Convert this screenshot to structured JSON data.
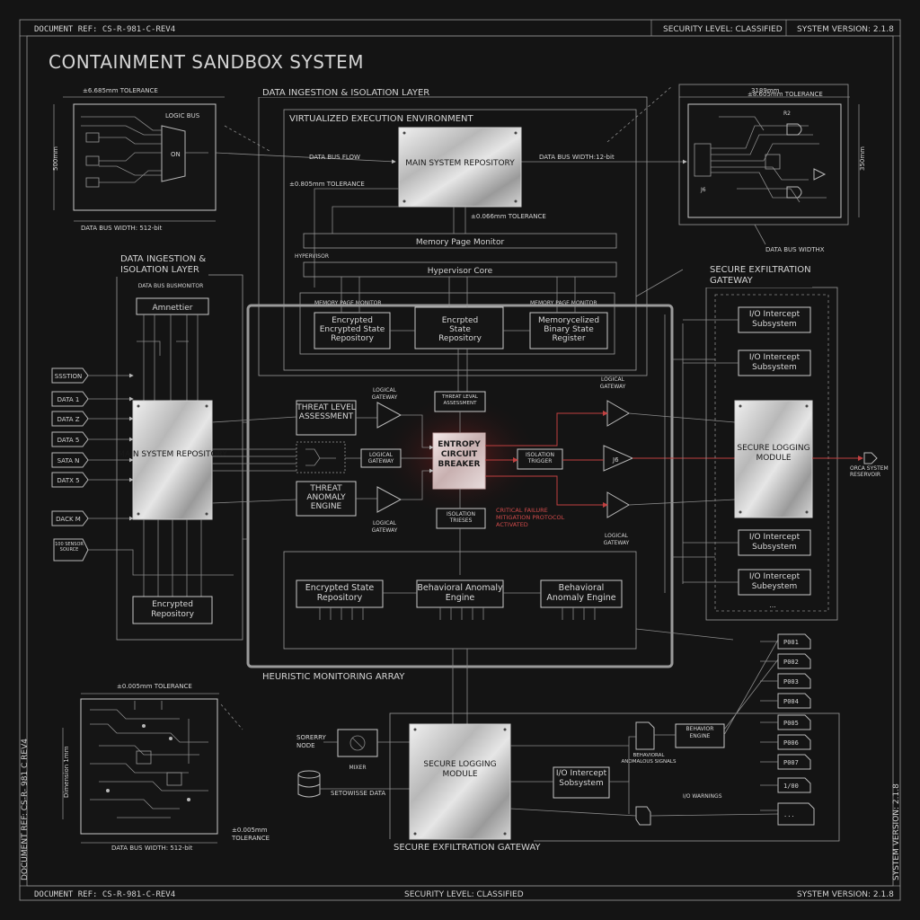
{
  "header": {
    "doc_ref": "DOCUMENT REF: CS-R-981-C-REV4",
    "security": "SECURITY LEVEL: CLASSIFIED",
    "version": "SYSTEM VERSION: 2.1.8"
  },
  "footer": {
    "doc_ref": "DOCUMENT REF: CS-R-981-C-REV4",
    "security": "SECURITY LEVEL: CLASSIFIED",
    "version": "SYSTEM VERSION: 2.1.8",
    "side_left": "DOCUMENT REF: CS-R- 981 C REV4",
    "side_right": "SYSTEM VERSION: 2.1.8"
  },
  "title": "CONTAINMENT SANDBOX SYSTEM",
  "top_left_schematic": {
    "tolerance": "±6.685mm TOLERANCE",
    "logic_bus": "LOGIC BUS",
    "dim": "500mm",
    "bus_width": "DATA BUS WIDTH: 512-bit",
    "chip_label": "ON"
  },
  "top_right_schematic": {
    "dim_top": "3189mm",
    "tolerance": "±8.605mm TOLERANCE",
    "dim_side": "350mm",
    "bus_width": "DATA BUS WIDTH:12-bit",
    "bus_width_bottom": "DATA BUS WIDTHX",
    "small": "J6",
    "small2": "R2"
  },
  "bottom_left_schematic": {
    "tolerance": "±0.005mm TOLERANCE",
    "tolerance2": "±0.005mm TOLERANCE",
    "bus_width": "DATA BUS WIDTH: 512-bit",
    "dim_side": "Dimension 1mm"
  },
  "ingestion_top": {
    "label": "DATA INGESTION & ISOLATION LAYER"
  },
  "virtualized": {
    "label": "VIRTUALIZED EXECUTION ENVIRONMENT",
    "data_bus_flow": "DATA BUS FLOW",
    "tolerance": "±0.805mm TOLERANCE",
    "main_repo": "MAIN SYSTEM REPOSITORY",
    "tolerance2": "±0.066mm TOLERANCE",
    "memory_page_monitor": "Memory Page Monitor",
    "hypervisor_small": "HYPERVISOR",
    "hypervisor_core": "Hypervisor Core",
    "mem_mon_1": "MEMORY PAGE MONITOR",
    "mem_mon_2": "MEMORY PAGE MONITOR",
    "enc1": "Encrypted Encrypted State Repository",
    "enc2": "Encrpted State Repository",
    "enc3": "Memorycelized Binary State Register"
  },
  "ingestion_left": {
    "label": "DATA INGESTION & ISOLATION LAYER",
    "data_bus": "DATA BUS BUSMONITOR",
    "amnettier": "Amnettier",
    "main_repo": "MAIN SYSTEM REPOSITORY",
    "encrypted": "Encrypted Repository",
    "inputs": [
      "SSSTION",
      "DATA 1",
      "DATA Z",
      "DATA 5",
      "SATA N",
      "DATX 5",
      "DACK M"
    ],
    "sensor": "100 SENSOR SOURCE"
  },
  "center": {
    "threat_assess": "THREAT LEVEL ASSESSMENT",
    "logical_gw_top": "LOGICAL GATEWAY",
    "threat_level_small": "THREAT LEVAL ASSESSMENT",
    "logical_gw_mid": "LOGICAL GATEWAY",
    "threat_anomaly": "THREAT ANOMALY ENGINE",
    "logical_gw_bot": "LOGICAL GATEWAY",
    "entropy": "ENTROPY CIRCUIT BREAKER",
    "isolation_trigger": "ISOLATION TRIGGER",
    "isolation_trieses": "ISOLATION TRIESES",
    "critical": "CRITICAL FAILURE MITIGATION PROTOCOL ACTIVATED",
    "logical_right_top": "LOGICAL GATEWAY",
    "logical_right_bot": "LOGICAL GATEWAY"
  },
  "heuristic": {
    "label": "HEURISTIC MONITORING ARRAY",
    "enc_state": "Encrypted State Repository",
    "behav1": "Behavioral Anomaly Engine",
    "behav2": "Behavioral Anomaly Engine"
  },
  "exfil_right": {
    "label": "SECURE EXFILTRATION GATEWAY",
    "io": [
      "I/O Intercept Subsystem",
      "I/O Intercept Subsystem",
      "I/O Intercept Subsystem",
      "I/O Intercept Subeystem"
    ],
    "logging": "SECURE LOGGING MODULE",
    "output": "ORCA SYSTEM RESERVOIR",
    "dots": "..."
  },
  "exfil_bottom": {
    "label": "SECURE EXFILTRATION GATEWAY",
    "sensory_node": "SORERRY NODE",
    "mixer": "MIXER",
    "data_store": "SETOWISSE DATA",
    "logging": "SECURE LOGGING MODULE",
    "io": "I/O Intercept Sobsystem",
    "behavior_engine": "BEHAVIOR ENGINE",
    "behav_small": "BEHAVIORAL ANOMALOUS SIGNALS",
    "io_warnings": "I/O WARNINGS",
    "files": [
      "P001",
      "P002",
      "P003",
      "P004",
      "P005",
      "P006",
      "P007",
      "1/00",
      "..."
    ]
  },
  "colors": {
    "background": "#141414",
    "line": "#b8b8b8",
    "alert": "#c04040"
  }
}
